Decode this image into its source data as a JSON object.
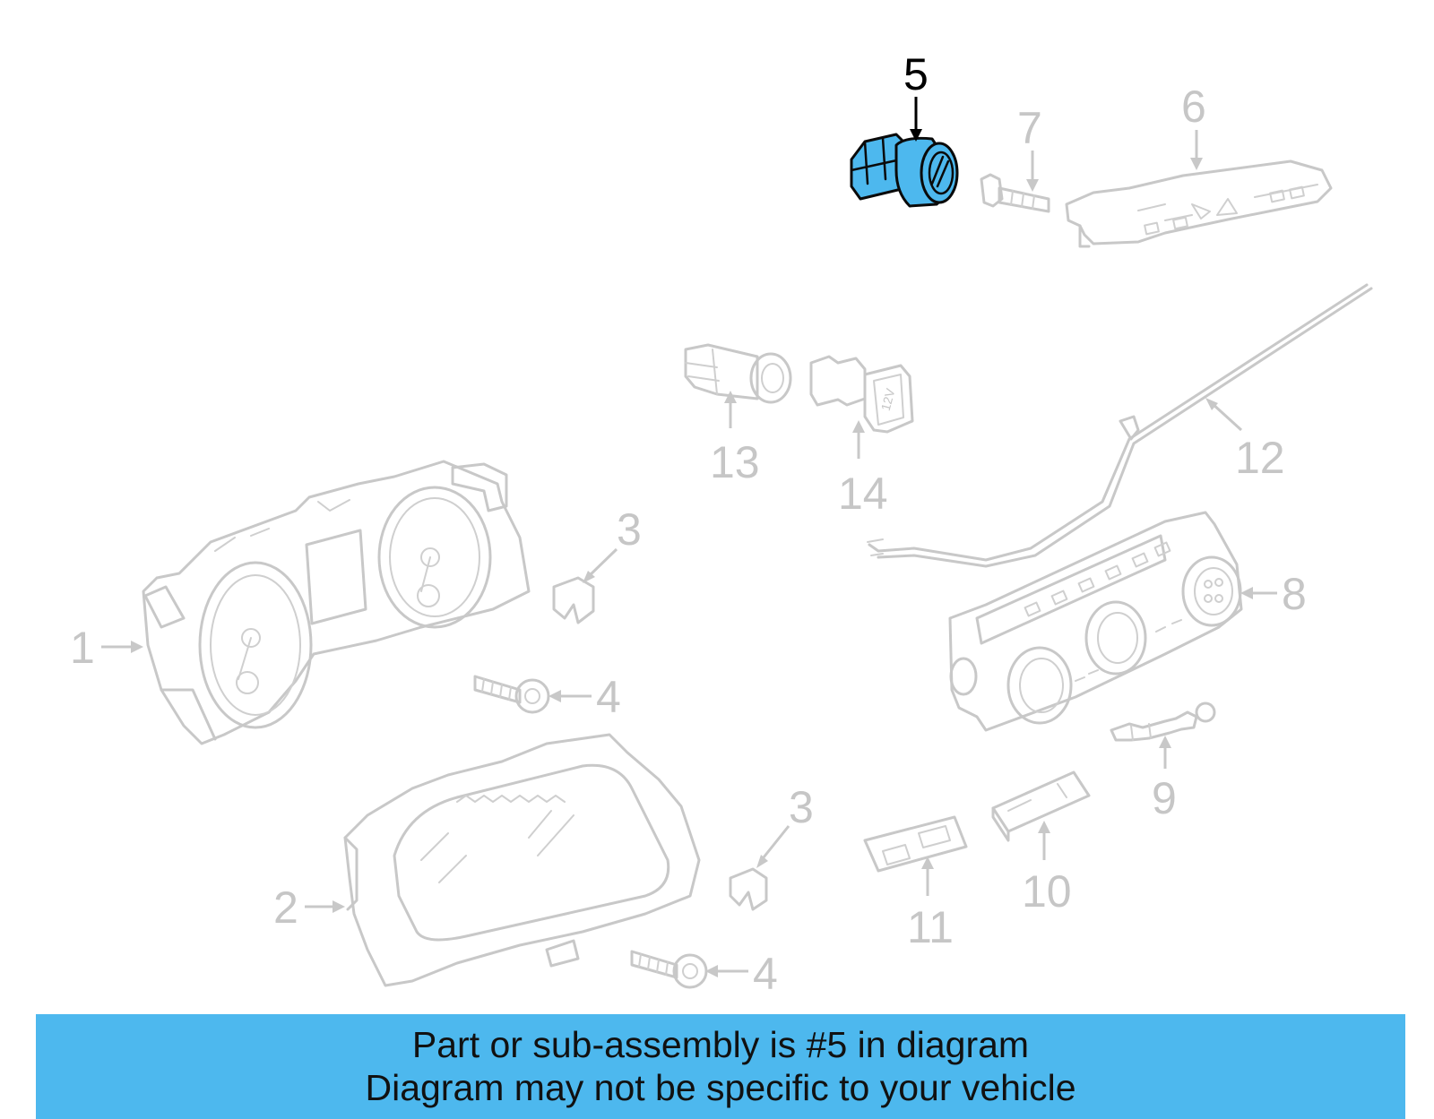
{
  "highlight_color": "#4db8ee",
  "highlighted_part": "5",
  "callouts": [
    {
      "id": "1",
      "label": "1"
    },
    {
      "id": "2",
      "label": "2"
    },
    {
      "id": "3a",
      "label": "3"
    },
    {
      "id": "3b",
      "label": "3"
    },
    {
      "id": "4a",
      "label": "4"
    },
    {
      "id": "4b",
      "label": "4"
    },
    {
      "id": "5",
      "label": "5"
    },
    {
      "id": "6",
      "label": "6"
    },
    {
      "id": "7",
      "label": "7"
    },
    {
      "id": "8",
      "label": "8"
    },
    {
      "id": "9",
      "label": "9"
    },
    {
      "id": "10",
      "label": "10"
    },
    {
      "id": "11",
      "label": "11"
    },
    {
      "id": "12",
      "label": "12"
    },
    {
      "id": "13",
      "label": "13"
    },
    {
      "id": "14",
      "label": "14"
    }
  ],
  "outlet_label": "12V",
  "banner": {
    "line1": "Part or sub-assembly is #5 in diagram",
    "line2": "Diagram may not be specific to your vehicle"
  }
}
